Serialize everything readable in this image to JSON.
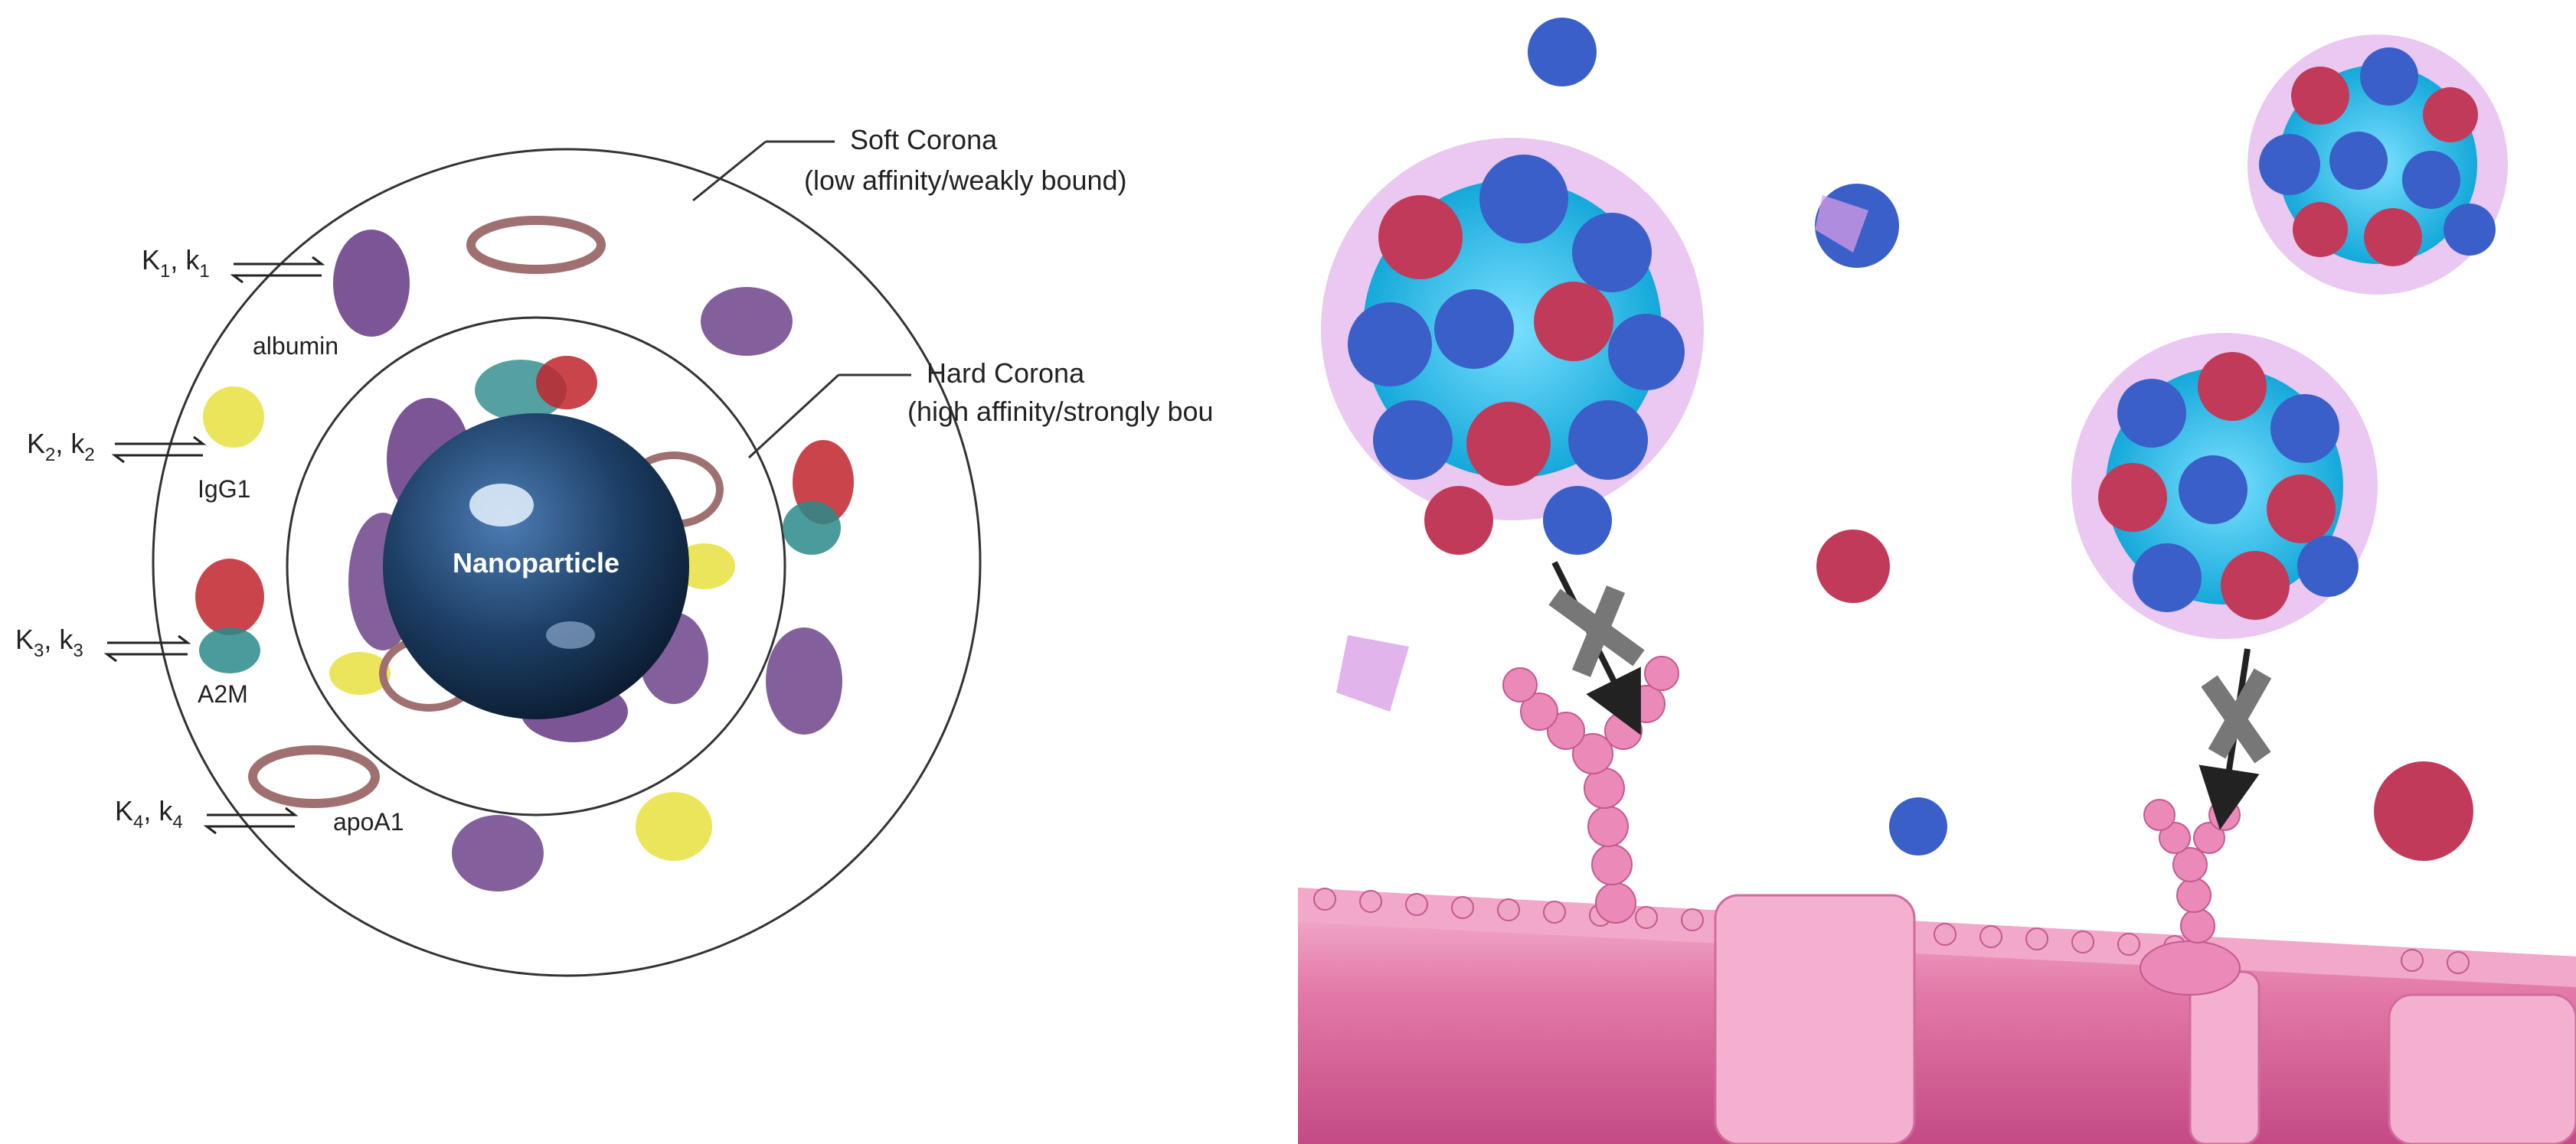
{
  "left_panel": {
    "soft_corona": {
      "title": "Soft Corona",
      "subtitle": "(low affinity/weakly bound)"
    },
    "hard_corona": {
      "title": "Hard Corona",
      "subtitle": "(high affinity/strongly bou"
    },
    "nanoparticle_label": "Nanoparticle",
    "proteins": [
      {
        "name": "albumin",
        "constant_K": "K",
        "sub_K": "1",
        "constant_k": ", k",
        "sub_k": "1"
      },
      {
        "name": "IgG1",
        "constant_K": "K",
        "sub_K": "2",
        "constant_k": ", k",
        "sub_k": "2"
      },
      {
        "name": "A2M",
        "constant_K": "K",
        "sub_K": "3",
        "constant_k": ", k",
        "sub_k": "3"
      },
      {
        "name": "apoA1",
        "constant_K": "K",
        "sub_K": "4",
        "constant_k": ", k",
        "sub_k": "4"
      }
    ]
  },
  "colors": {
    "nanoparticle": "#1d3f66",
    "protein_blue": "#3a5fc8",
    "protein_red": "#c23a5a",
    "protein_pink": "#d89be6",
    "corona_core": "#1cb4e0",
    "membrane": "#e37aa8",
    "blocked_x": "#777777"
  }
}
